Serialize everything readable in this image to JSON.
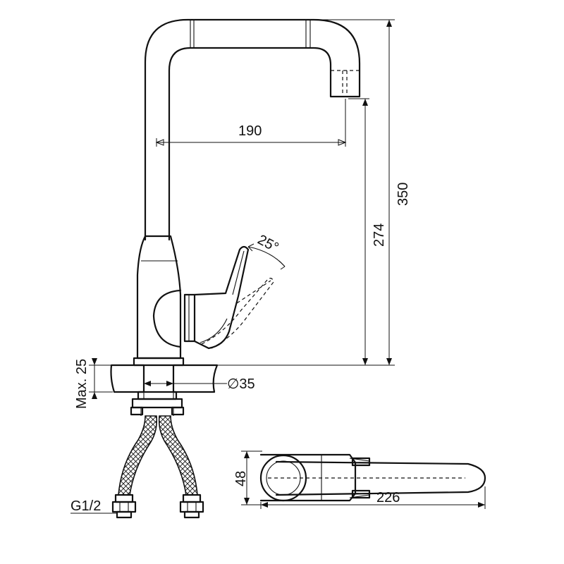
{
  "dimensions": {
    "reach": "190",
    "total_height": "350",
    "spout_height": "274",
    "lever_angle": "25°",
    "max_thickness": "Max. 25",
    "hole_diameter": "∅35",
    "connection": "G1/2",
    "base_width": "48",
    "lever_length": "226"
  },
  "colors": {
    "line": "#111111",
    "background": "#ffffff"
  }
}
